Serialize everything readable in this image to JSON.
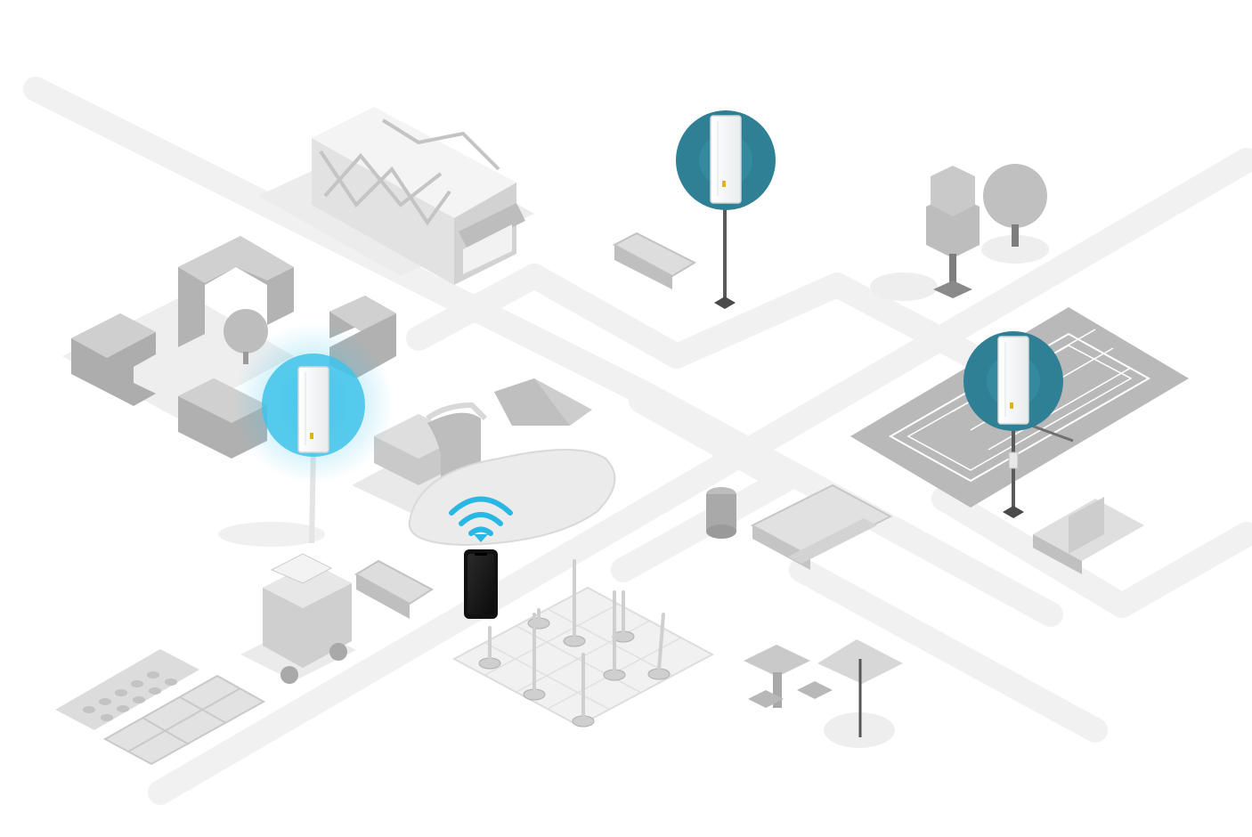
{
  "scene": {
    "access_points": [
      {
        "id": "ap-park-left",
        "state": "active",
        "signal_color": "#3fc3ea"
      },
      {
        "id": "ap-plaza-top",
        "state": "idle",
        "signal_color": "#2f7f95"
      },
      {
        "id": "ap-tennis-court",
        "state": "idle",
        "signal_color": "#2f7f95"
      }
    ],
    "client_device": {
      "type": "smartphone",
      "wifi_bars": 3,
      "wifi_color": "#2bb7e4"
    },
    "colors": {
      "road": "#f1f1f1",
      "ground_shadow": "#ececec",
      "object_light": "#e4e4e4",
      "object_mid": "#cfcfcf",
      "object_dark": "#a9a9a9",
      "court": "#b9b9b9",
      "ap_led": "#e3b21a"
    }
  }
}
